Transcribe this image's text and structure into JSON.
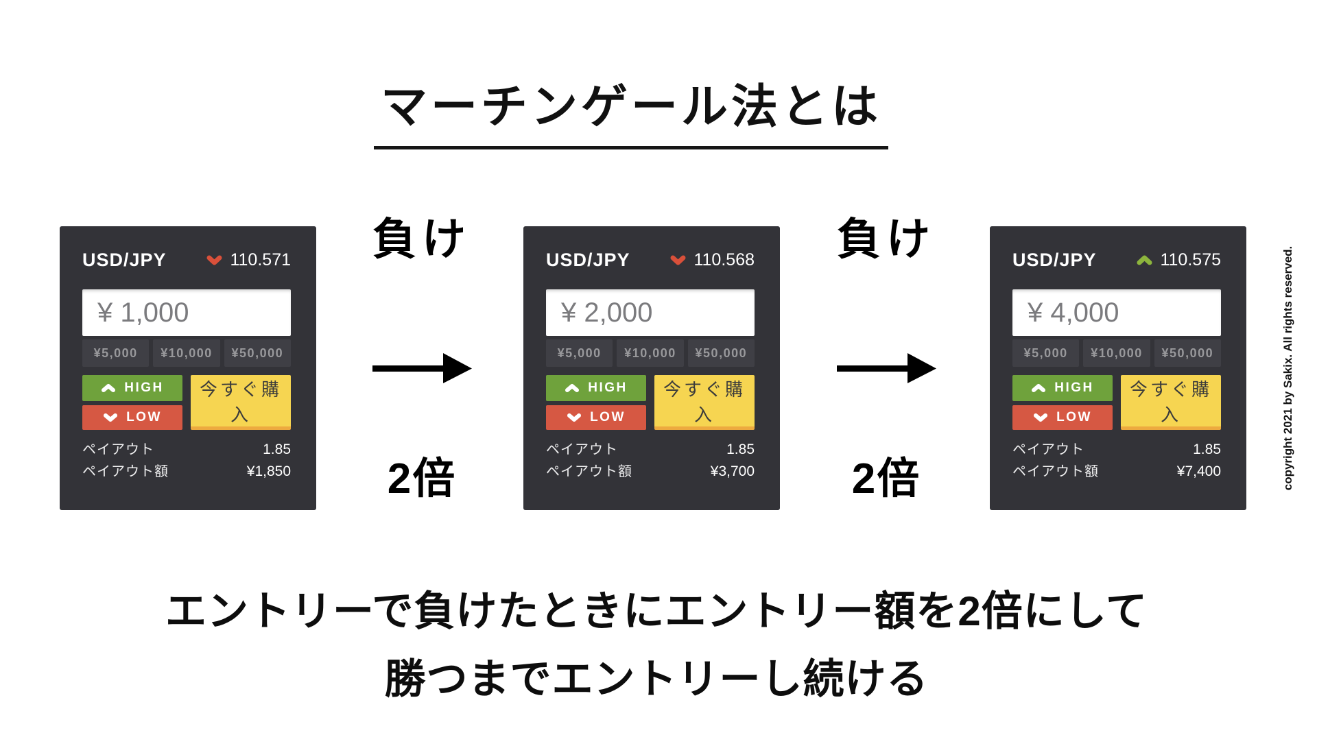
{
  "title": "マーチンゲール法とは",
  "panels": [
    {
      "pair": "USD/JPY",
      "price": "110.571",
      "direction": "down",
      "amount": "¥ 1,000",
      "quick_amounts": [
        "¥5,000",
        "¥10,000",
        "¥50,000"
      ],
      "high_label": "HIGH",
      "low_label": "LOW",
      "buy_label": "今すぐ購入",
      "payout_label": "ペイアウト",
      "payout_value": "1.85",
      "payout_amount_label": "ペイアウト額",
      "payout_amount_value": "¥1,850"
    },
    {
      "pair": "USD/JPY",
      "price": "110.568",
      "direction": "down",
      "amount": "¥ 2,000",
      "quick_amounts": [
        "¥5,000",
        "¥10,000",
        "¥50,000"
      ],
      "high_label": "HIGH",
      "low_label": "LOW",
      "buy_label": "今すぐ購入",
      "payout_label": "ペイアウト",
      "payout_value": "1.85",
      "payout_amount_label": "ペイアウト額",
      "payout_amount_value": "¥3,700"
    },
    {
      "pair": "USD/JPY",
      "price": "110.575",
      "direction": "up",
      "amount": "¥ 4,000",
      "quick_amounts": [
        "¥5,000",
        "¥10,000",
        "¥50,000"
      ],
      "high_label": "HIGH",
      "low_label": "LOW",
      "buy_label": "今すぐ購入",
      "payout_label": "ペイアウト",
      "payout_value": "1.85",
      "payout_amount_label": "ペイアウト額",
      "payout_amount_value": "¥7,400"
    }
  ],
  "connectors": [
    {
      "top_label": "負け",
      "bottom_label": "2倍"
    },
    {
      "top_label": "負け",
      "bottom_label": "2倍"
    }
  ],
  "caption_line1": "エントリーで負けたときにエントリー額を2倍にして",
  "caption_line2": "勝つまでエントリーし続ける",
  "copyright": "copyright 2021 by Sakix. All rights reserved.",
  "colors": {
    "panel_bg": "#333338",
    "high_green": "#6fa23c",
    "low_red": "#d65843",
    "buy_yellow": "#f6d551",
    "buy_yellow_border": "#edaa3f",
    "price_down_red": "#d9503a",
    "price_up_green": "#8db53d"
  }
}
